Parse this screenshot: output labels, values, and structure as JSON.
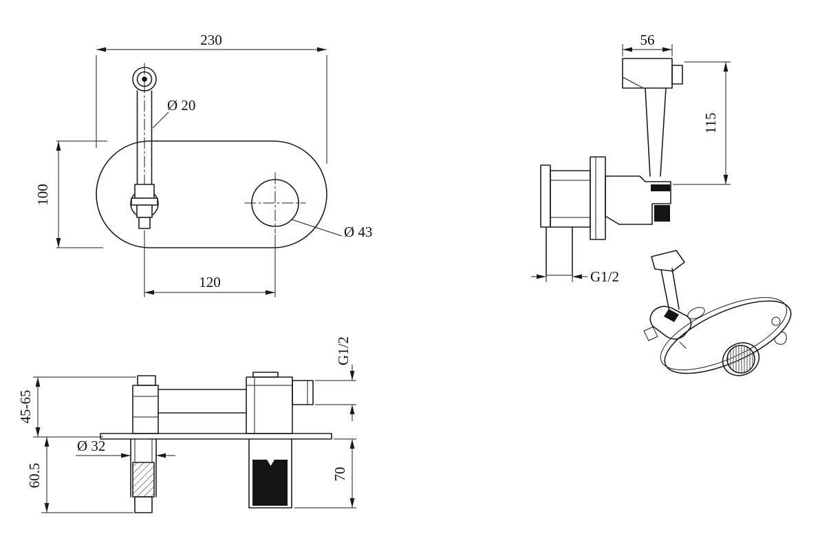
{
  "drawing": {
    "type": "technical-drawing",
    "subject": "wall-mounted bidet sprayer mixer - dimensioned views"
  },
  "colors": {
    "line": "#1a1a1a",
    "background": "#ffffff"
  },
  "labels": {
    "front": {
      "width": "230",
      "spout_diameter": "Ø 20",
      "height": "100",
      "hole_spacing": "120",
      "knob_diameter": "Ø 43"
    },
    "side": {
      "head_width": "56",
      "height": "115",
      "inlet_thread": "G1/2"
    },
    "section": {
      "outlet_thread": "G1/2",
      "wall_depth_range": "45-65",
      "under_depth": "60.5",
      "column_diameter": "Ø 32",
      "valve_depth": "70"
    }
  }
}
